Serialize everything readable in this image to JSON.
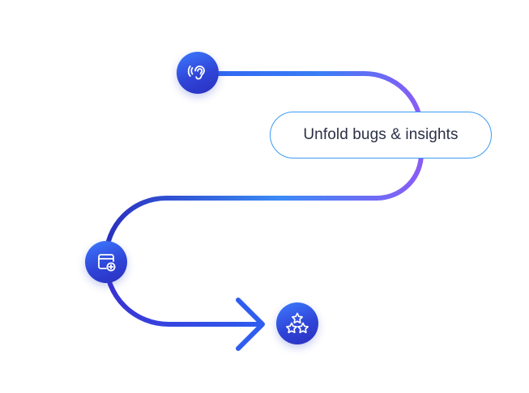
{
  "colors": {
    "path_start": "#7b5cf5",
    "path_mid": "#3b7ef5",
    "path_end": "#2a2fbf",
    "node_fill_light": "#3d7bff",
    "node_fill_dark": "#2a2fbf",
    "pill_border": "#3b9bf5",
    "text": "#2b2f45"
  },
  "nodes": [
    {
      "name": "listen",
      "icon": "ear-icon"
    },
    {
      "name": "add",
      "icon": "window-add-icon"
    },
    {
      "name": "rate",
      "icon": "stars-icon"
    }
  ],
  "step_label": "Unfold bugs & insights"
}
